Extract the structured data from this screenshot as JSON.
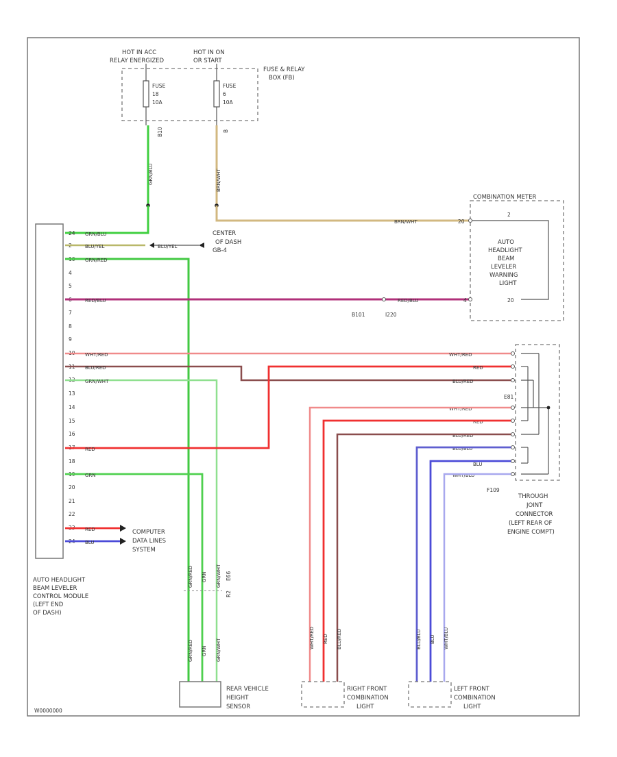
{
  "colors": {
    "gr_blu": "#3fcf3f",
    "blu_yel": "#b9b86a",
    "gr_red": "#42c942",
    "red_blu": "#b0307a",
    "wht_red": "#f08a8a",
    "blu_red": "#8a4d4d",
    "gr_wht": "#8fe08f",
    "red": "#f03030",
    "grn": "#4fd04f",
    "blu": "#4b4bd8",
    "brn_wht": "#d2b880",
    "blu_blu": "#5f5fd0",
    "wht_blu": "#a8a8ee",
    "border": "#777777"
  },
  "top": {
    "hot_acc_line1": "HOT IN ACC",
    "hot_acc_line2": "RELAY ENERGIZED",
    "hot_run_line1": "HOT IN ON",
    "hot_run_line2": "OR START",
    "fuse_box_line1": "FUSE & RELAY",
    "fuse_box_line2": "BOX (FB)",
    "fuse1": [
      "FUSE",
      "18",
      "10A"
    ],
    "fuse2": [
      "FUSE",
      "6",
      "10A"
    ],
    "conn_b10": "B10",
    "conn_b": "B"
  },
  "wires_v": {
    "left_top": "GRN/BLU",
    "mid_top": "BRN/WHT"
  },
  "module": {
    "pins": [
      "24",
      "2",
      "10",
      "4",
      "5",
      "6",
      "7",
      "8",
      "9",
      "10",
      "11",
      "12",
      "13",
      "14",
      "15",
      "16",
      "17",
      "18",
      "19",
      "20",
      "21",
      "22",
      "23",
      "24"
    ],
    "label_lines": [
      "AUTO HEADLIGHT",
      "BEAM LEVELER",
      "CONTROL MODULE",
      "(LEFT END",
      "OF DASH)"
    ]
  },
  "wire_labels": {
    "w1": "GRN/BLU",
    "w2": "BLU/YEL",
    "w2b": "BLU/YEL",
    "w3": "GRN/RED",
    "w6": "RED/BLU",
    "w11": "WHT/RED",
    "w12": "BLU/RED",
    "w13": "GRN/WHT",
    "w17": "RED",
    "w19": "GRN",
    "w23": "RED",
    "w24": "BLU"
  },
  "joint_center": {
    "line1": "CENTER",
    "line2": "OF DASH",
    "line3": "GB-4"
  },
  "combination_meter": {
    "title": "COMBINATION METER",
    "pin_top": "20",
    "pin_top_right": "2",
    "pin_bottom": "4",
    "pin_bottom_right": "20",
    "label_lines": [
      "AUTO",
      "HEADLIGHT",
      "BEAM",
      "LEVELER",
      "WARNING",
      "LIGHT"
    ],
    "wire_top": "BRN/WHT",
    "wire_bottom": "RED/BLU",
    "conn_b101": "B101",
    "conn_i220": "I220"
  },
  "through_joint": {
    "right_labels": [
      "WHT/RED",
      "RED",
      "BLU/RED",
      "WHT/RED",
      "RED",
      "BLU/RED",
      "BLU/BLU",
      "BLU",
      "WHT/BLU"
    ],
    "conn_e81": "E81",
    "conn_f109": "F109",
    "label_lines": [
      "THROUGH",
      "JOINT",
      "CONNECTOR",
      "(LEFT REAR OF",
      "ENGINE COMPT)"
    ]
  },
  "computer_data": {
    "line1": "COMPUTER",
    "line2": "DATA LINES",
    "line3": "SYSTEM"
  },
  "bottom": {
    "rear_sensor_lines": [
      "REAR VEHICLE",
      "HEIGHT",
      "SENSOR"
    ],
    "right_front_lines": [
      "RIGHT FRONT",
      "COMBINATION",
      "LIGHT"
    ],
    "left_front_lines": [
      "LEFT FRONT",
      "COMBINATION",
      "LIGHT"
    ],
    "rear_wires": [
      "GRN/RED",
      "GRN",
      "GRN/WHT"
    ],
    "right_wires": [
      "WHT/RED",
      "RED",
      "BLU/RED"
    ],
    "left_wires": [
      "BLU/BLU",
      "BLU",
      "WHT/BLU"
    ],
    "conn_r2": "R2",
    "conn_e66": "E66",
    "footer": "W0000000"
  }
}
